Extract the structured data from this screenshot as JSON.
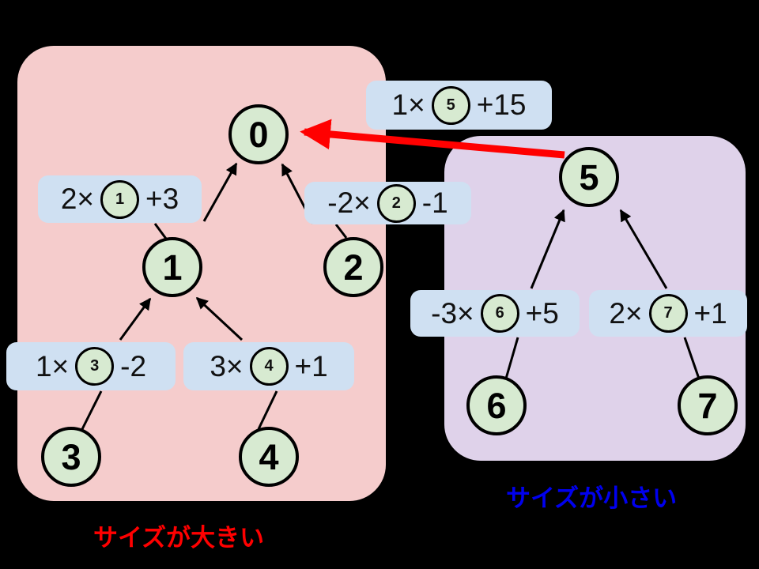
{
  "diagram": {
    "title": "size-comparison-tree-diagram",
    "panels": [
      {
        "id": "large",
        "caption": "サイズが大きい",
        "caption_color": "#ff0000",
        "fill": "#f5cccc"
      },
      {
        "id": "small",
        "caption": "サイズが小さい",
        "caption_color": "#0000ee",
        "fill": "#dfd2ea"
      }
    ],
    "nodes": [
      {
        "id": "n0",
        "label": "0",
        "panel": "large"
      },
      {
        "id": "n1",
        "label": "1",
        "panel": "large"
      },
      {
        "id": "n2",
        "label": "2",
        "panel": "large"
      },
      {
        "id": "n3",
        "label": "3",
        "panel": "large"
      },
      {
        "id": "n4",
        "label": "4",
        "panel": "large"
      },
      {
        "id": "n5",
        "label": "5",
        "panel": "small"
      },
      {
        "id": "n6",
        "label": "6",
        "panel": "small"
      },
      {
        "id": "n7",
        "label": "7",
        "panel": "small"
      }
    ],
    "edge_labels": [
      {
        "id": "e1",
        "coef": "2×",
        "node": "1",
        "const": "+3"
      },
      {
        "id": "e2",
        "coef": "-2×",
        "node": "2",
        "const": "-1"
      },
      {
        "id": "e3",
        "coef": "1×",
        "node": "3",
        "const": "-2"
      },
      {
        "id": "e4",
        "coef": "3×",
        "node": "4",
        "const": "+1"
      },
      {
        "id": "e5",
        "coef": "1×",
        "node": "5",
        "const": "+15"
      },
      {
        "id": "e6",
        "coef": "-3×",
        "node": "6",
        "const": "+5"
      },
      {
        "id": "e7",
        "coef": "2×",
        "node": "7",
        "const": "+1"
      }
    ],
    "colors": {
      "node_fill": "#d7ead1",
      "node_stroke": "#000000",
      "label_fill": "#cfe0f2",
      "highlight_arrow": "#ff0000",
      "background": "#000000"
    }
  }
}
